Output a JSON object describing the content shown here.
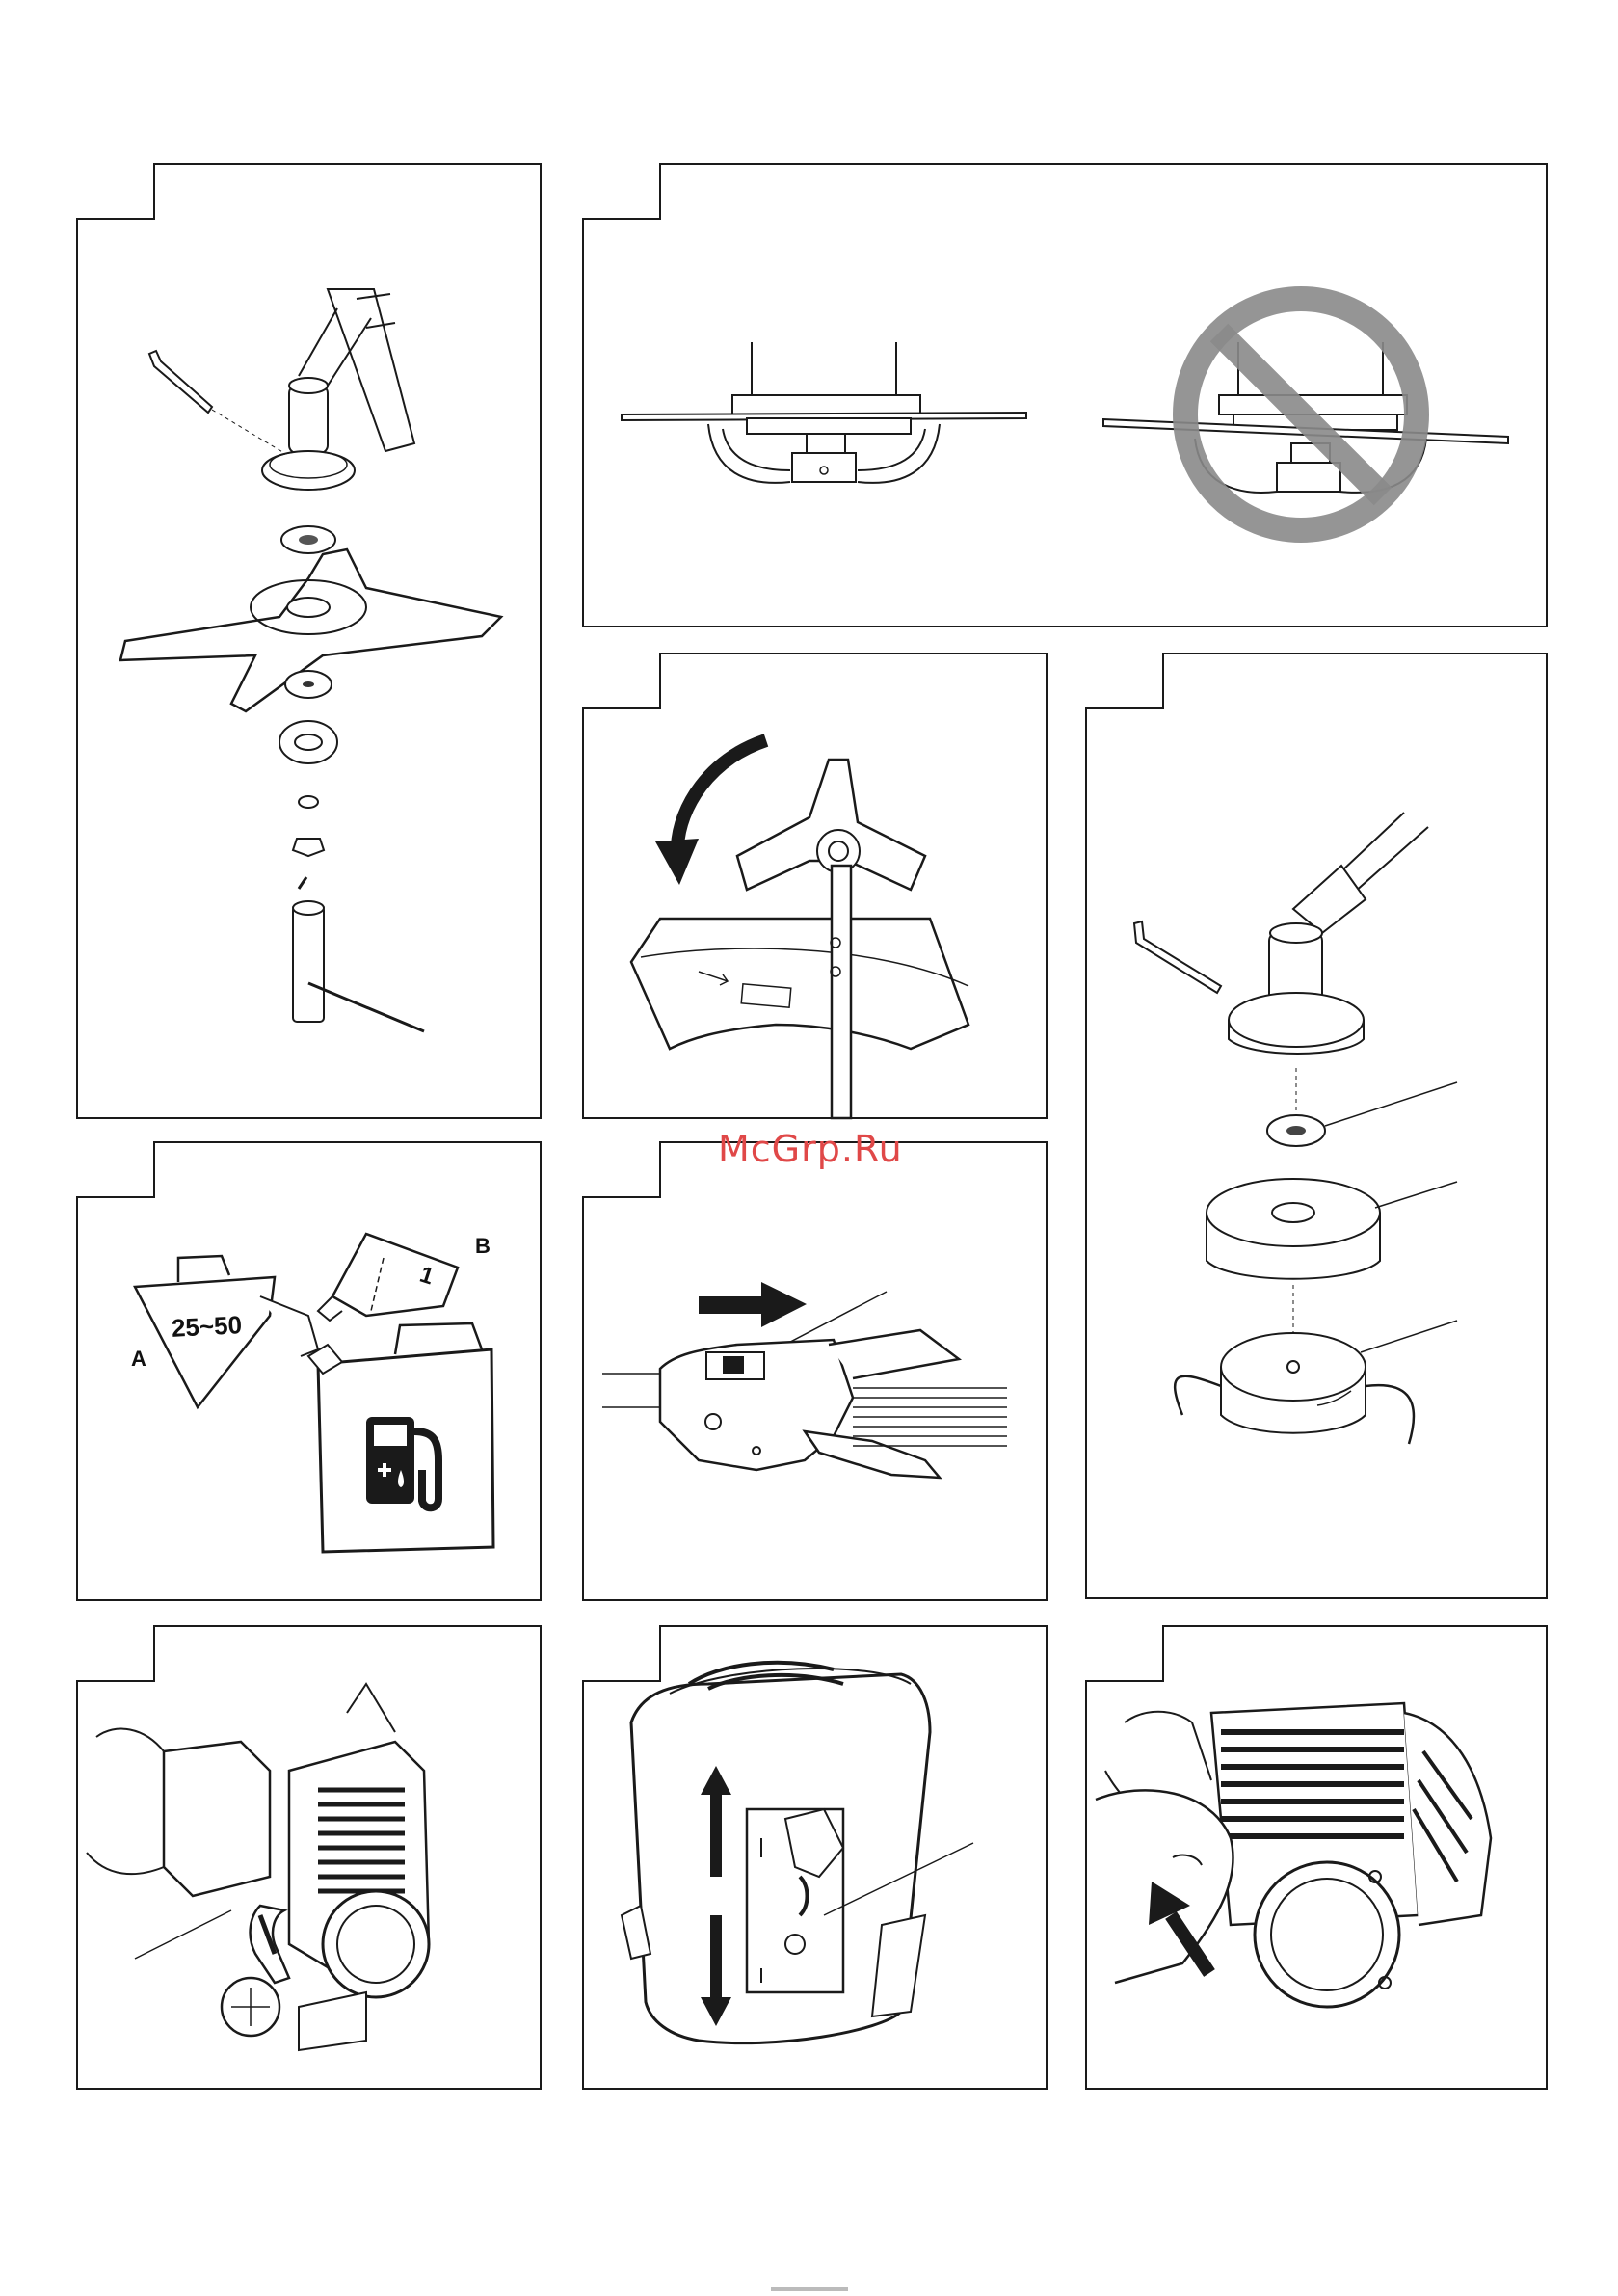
{
  "watermark": "McGrp.Ru",
  "fuel_panel": {
    "label_a": "A",
    "label_b": "B",
    "ratio_text": "25~50",
    "bottle_text": "1"
  },
  "colors": {
    "line": "#1a1a1a",
    "prohibit": "#8a8a8a",
    "watermark": "#e04848"
  },
  "icons": [
    "allen-key-icon",
    "blade-icon",
    "prohibit-icon",
    "rotate-arrow-icon",
    "fuel-pump-icon",
    "push-arrow-icon",
    "up-down-arrow-icon"
  ]
}
